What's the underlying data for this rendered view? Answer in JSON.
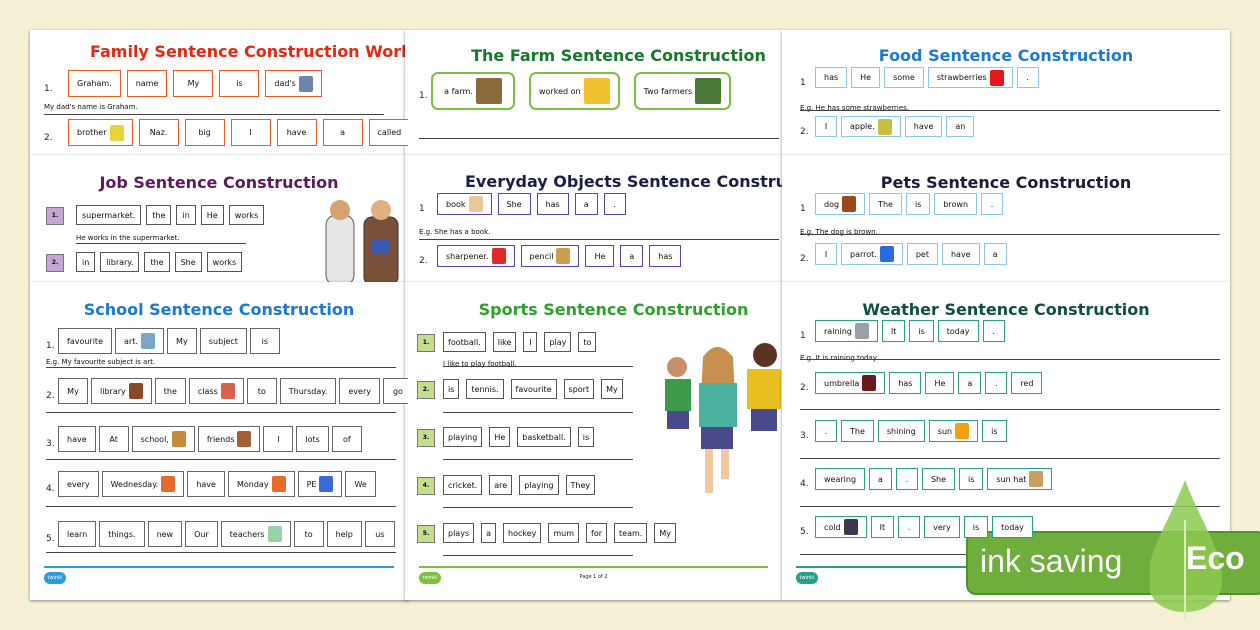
{
  "cards": [
    {
      "id": "family",
      "title": "Family Sentence Construction Worksheet",
      "accent": "#e8260f",
      "border": "#ee5a1e",
      "rows": [
        {
          "num": "1.",
          "words": [
            {
              "text": "Graham."
            },
            {
              "text": "name"
            },
            {
              "text": "My"
            },
            {
              "text": "is"
            },
            {
              "text": "dad's",
              "icon": "dad-picture"
            }
          ],
          "example": "My dad's name is Graham."
        },
        {
          "num": "2.",
          "words": [
            {
              "text": "brother",
              "icon": "brother-picture"
            },
            {
              "text": "Naz."
            },
            {
              "text": "big"
            },
            {
              "text": "I"
            },
            {
              "text": "have"
            },
            {
              "text": "a"
            },
            {
              "text": "called"
            }
          ]
        }
      ]
    },
    {
      "id": "job",
      "title": "Job Sentence Construction",
      "accent": "#5b1b5e",
      "border": "#555",
      "badge": "#c7a6d6",
      "rows": [
        {
          "num": "1.",
          "words": [
            {
              "text": "supermarket."
            },
            {
              "text": "the"
            },
            {
              "text": "in"
            },
            {
              "text": "He"
            },
            {
              "text": "works"
            }
          ],
          "example": "He works in the supermarket."
        },
        {
          "num": "2.",
          "words": [
            {
              "text": "in"
            },
            {
              "text": "library."
            },
            {
              "text": "the"
            },
            {
              "text": "She"
            },
            {
              "text": "works"
            }
          ]
        }
      ]
    },
    {
      "id": "school",
      "title": "School Sentence Construction",
      "accent": "#1a78d8",
      "border": "#666",
      "rows": [
        {
          "num": "1.",
          "words": [
            {
              "text": "favourite"
            },
            {
              "text": "art.",
              "icon": "art-picture"
            },
            {
              "text": "My"
            },
            {
              "text": "subject"
            },
            {
              "text": "is"
            }
          ],
          "example": "E.g. My favourite subject is art."
        },
        {
          "num": "2.",
          "words": [
            {
              "text": "My"
            },
            {
              "text": "library",
              "icon": "books-picture"
            },
            {
              "text": "the"
            },
            {
              "text": "class",
              "icon": "classroom-picture"
            },
            {
              "text": "to"
            },
            {
              "text": "Thursday."
            },
            {
              "text": "every"
            },
            {
              "text": "go"
            }
          ]
        },
        {
          "num": "3.",
          "words": [
            {
              "text": "have"
            },
            {
              "text": "At"
            },
            {
              "text": "school,",
              "icon": "school-picture"
            },
            {
              "text": "friends",
              "icon": "friends-picture"
            },
            {
              "text": "I"
            },
            {
              "text": "lots"
            },
            {
              "text": "of"
            }
          ]
        },
        {
          "num": "4.",
          "words": [
            {
              "text": "every"
            },
            {
              "text": "Wednesday.",
              "icon": "calendar-picture"
            },
            {
              "text": "have"
            },
            {
              "text": "Monday",
              "icon": "calendar-picture"
            },
            {
              "text": "PE",
              "icon": "pe-picture"
            },
            {
              "text": "We"
            }
          ]
        },
        {
          "num": "5.",
          "words": [
            {
              "text": "learn"
            },
            {
              "text": "things."
            },
            {
              "text": "new"
            },
            {
              "text": "Our"
            },
            {
              "text": "teachers",
              "icon": "teacher-picture"
            },
            {
              "text": "to"
            },
            {
              "text": "help"
            },
            {
              "text": "us"
            }
          ]
        }
      ],
      "footer": {
        "color": "#2a9be0",
        "logo": "twinkl"
      }
    },
    {
      "id": "farm",
      "title": "The Farm Sentence Construction",
      "accent": "#17782b",
      "border": "#7cc040",
      "rows": [
        {
          "num": "1.",
          "words": [
            {
              "text": "a farm.",
              "icon": "farmhouse-picture"
            },
            {
              "text": "worked on",
              "icon": "bucket-picture"
            },
            {
              "text": "Two farmers",
              "icon": "farmers-picture"
            }
          ]
        }
      ]
    },
    {
      "id": "everyday",
      "title": "Everyday Objects Sentence Construction",
      "accent": "#1c1c4a",
      "border": "#5a3fb0",
      "rows": [
        {
          "num": "1",
          "words": [
            {
              "text": "book",
              "icon": "book-picture"
            },
            {
              "text": "She"
            },
            {
              "text": "has"
            },
            {
              "text": "a"
            },
            {
              "text": "."
            }
          ],
          "example": "E.g.  She has a book."
        },
        {
          "num": "2.",
          "words": [
            {
              "text": "sharpener.",
              "icon": "sharpener-picture"
            },
            {
              "text": "pencil",
              "icon": "pencil-picture"
            },
            {
              "text": "He"
            },
            {
              "text": "a"
            },
            {
              "text": "has"
            }
          ]
        }
      ]
    },
    {
      "id": "sports",
      "title": "Sports Sentence Construction",
      "accent": "#2ea12a",
      "border": "#555",
      "badge": "#c5dd8f",
      "rows": [
        {
          "num": "1.",
          "words": [
            {
              "text": "football."
            },
            {
              "text": "like"
            },
            {
              "text": "I"
            },
            {
              "text": "play"
            },
            {
              "text": "to"
            }
          ],
          "example": "I like to play football."
        },
        {
          "num": "2.",
          "words": [
            {
              "text": "is"
            },
            {
              "text": "tennis."
            },
            {
              "text": "favourite"
            },
            {
              "text": "sport"
            },
            {
              "text": "My"
            }
          ]
        },
        {
          "num": "3.",
          "words": [
            {
              "text": "playing"
            },
            {
              "text": "He"
            },
            {
              "text": "basketball."
            },
            {
              "text": "is"
            }
          ]
        },
        {
          "num": "4.",
          "words": [
            {
              "text": "cricket."
            },
            {
              "text": "are"
            },
            {
              "text": "playing"
            },
            {
              "text": "They"
            }
          ]
        },
        {
          "num": "5.",
          "words": [
            {
              "text": "plays"
            },
            {
              "text": "a"
            },
            {
              "text": "hockey"
            },
            {
              "text": "mum"
            },
            {
              "text": "for"
            },
            {
              "text": "team."
            },
            {
              "text": "My"
            }
          ]
        }
      ],
      "footer": {
        "color": "#7cc040",
        "logo": "twinkl",
        "page": "Page 1 of 2"
      }
    },
    {
      "id": "food",
      "title": "Food Sentence Construction",
      "accent": "#1a78d8",
      "border": "#8cc8ee",
      "rows": [
        {
          "num": "1",
          "words": [
            {
              "text": "has"
            },
            {
              "text": "He"
            },
            {
              "text": "some"
            },
            {
              "text": "strawberries",
              "icon": "strawberry-picture"
            },
            {
              "text": "."
            }
          ],
          "example": "E.g.  He has some strawberries."
        },
        {
          "num": "2.",
          "words": [
            {
              "text": "I"
            },
            {
              "text": "apple.",
              "icon": "apple-picture"
            },
            {
              "text": "have"
            },
            {
              "text": "an"
            }
          ]
        }
      ]
    },
    {
      "id": "pets",
      "title": "Pets Sentence Construction",
      "accent": "#1c1c3a",
      "border": "#8cc8ee",
      "rows": [
        {
          "num": "1",
          "words": [
            {
              "text": "dog",
              "icon": "dog-picture"
            },
            {
              "text": "The"
            },
            {
              "text": "is"
            },
            {
              "text": "brown"
            },
            {
              "text": "."
            }
          ],
          "example": "E.g.  The dog is brown."
        },
        {
          "num": "2.",
          "words": [
            {
              "text": "I"
            },
            {
              "text": "parrot.",
              "icon": "parrot-picture"
            },
            {
              "text": "pet"
            },
            {
              "text": "have"
            },
            {
              "text": "a"
            }
          ]
        }
      ]
    },
    {
      "id": "weather",
      "title": "Weather Sentence Construction",
      "accent": "#0e4f44",
      "border": "#26a08a",
      "rows": [
        {
          "num": "1",
          "words": [
            {
              "text": "raining",
              "icon": "cloud-picture"
            },
            {
              "text": "It"
            },
            {
              "text": "is"
            },
            {
              "text": "today"
            },
            {
              "text": "."
            }
          ],
          "example": "E.g.  It is raining today."
        },
        {
          "num": "2.",
          "words": [
            {
              "text": "umbrella",
              "icon": "umbrella-picture"
            },
            {
              "text": "has"
            },
            {
              "text": "He"
            },
            {
              "text": "a"
            },
            {
              "text": "."
            },
            {
              "text": "red"
            }
          ]
        },
        {
          "num": "3.",
          "words": [
            {
              "text": "."
            },
            {
              "text": "The"
            },
            {
              "text": "shining"
            },
            {
              "text": "sun",
              "icon": "sun-picture"
            },
            {
              "text": "is"
            }
          ]
        },
        {
          "num": "4.",
          "words": [
            {
              "text": "wearing"
            },
            {
              "text": "a"
            },
            {
              "text": "."
            },
            {
              "text": "She"
            },
            {
              "text": "is"
            },
            {
              "text": "sun hat",
              "icon": "sun-hat-picture"
            }
          ]
        },
        {
          "num": "5.",
          "words": [
            {
              "text": "cold",
              "icon": "cold-person-picture"
            },
            {
              "text": "It"
            },
            {
              "text": "."
            },
            {
              "text": "very"
            },
            {
              "text": "is"
            },
            {
              "text": "today"
            }
          ]
        }
      ],
      "footer": {
        "color": "#26a08a",
        "logo": "twinkl"
      }
    }
  ],
  "eco_badge": {
    "text": "ink saving",
    "label": "Eco",
    "color": "#6fae3c"
  }
}
